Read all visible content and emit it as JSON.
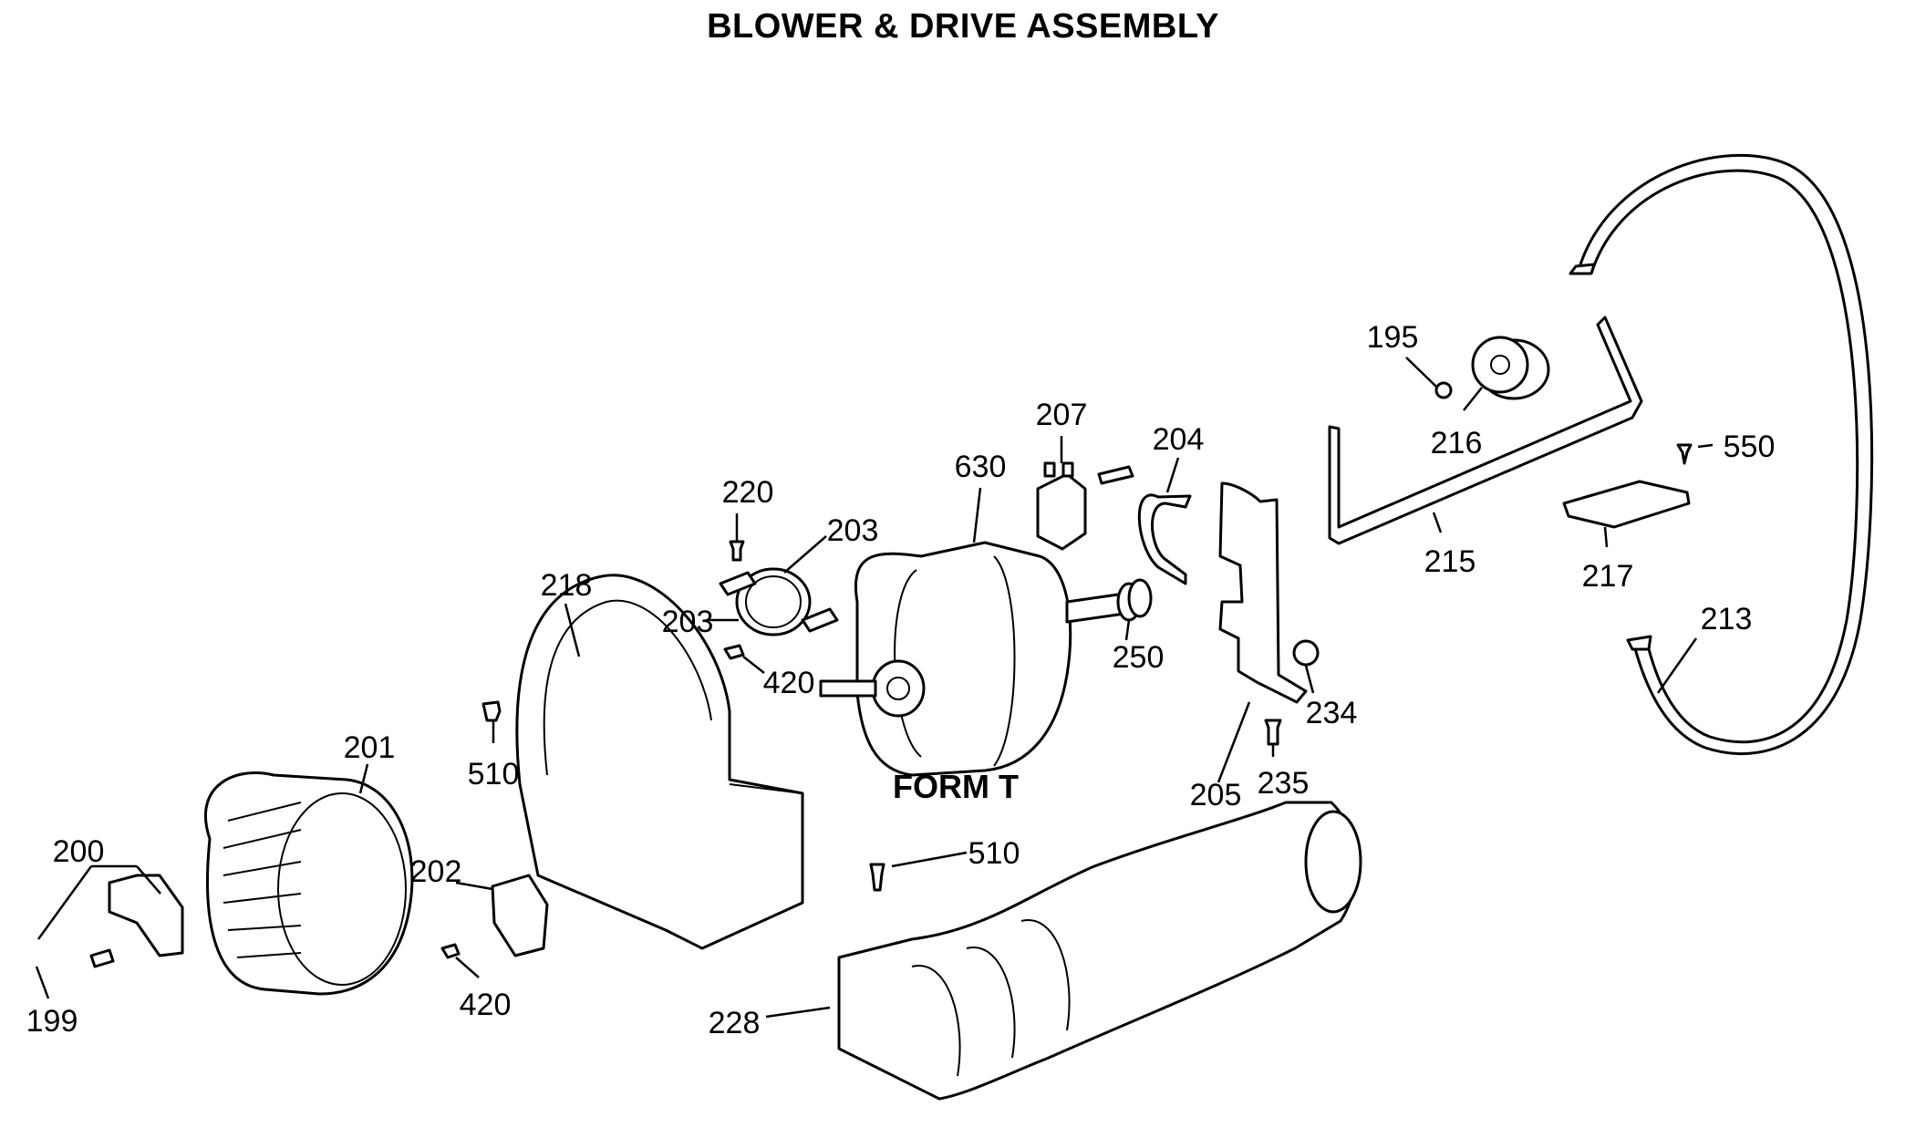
{
  "title": "BLOWER & DRIVE ASSEMBLY",
  "form_label": "FORM T",
  "callouts": {
    "c195": "195",
    "c216": "216",
    "c550": "550",
    "c215": "215",
    "c217": "217",
    "c213": "213",
    "c207": "207",
    "c204": "204",
    "c630": "630",
    "c220": "220",
    "c203a": "203",
    "c203b": "203",
    "c420a": "420",
    "c250": "250",
    "c218": "218",
    "c234": "234",
    "c235": "235",
    "c205": "205",
    "c510a": "510",
    "c510b": "510",
    "c201": "201",
    "c200": "200",
    "c202": "202",
    "c199": "199",
    "c420b": "420",
    "c228": "228"
  }
}
